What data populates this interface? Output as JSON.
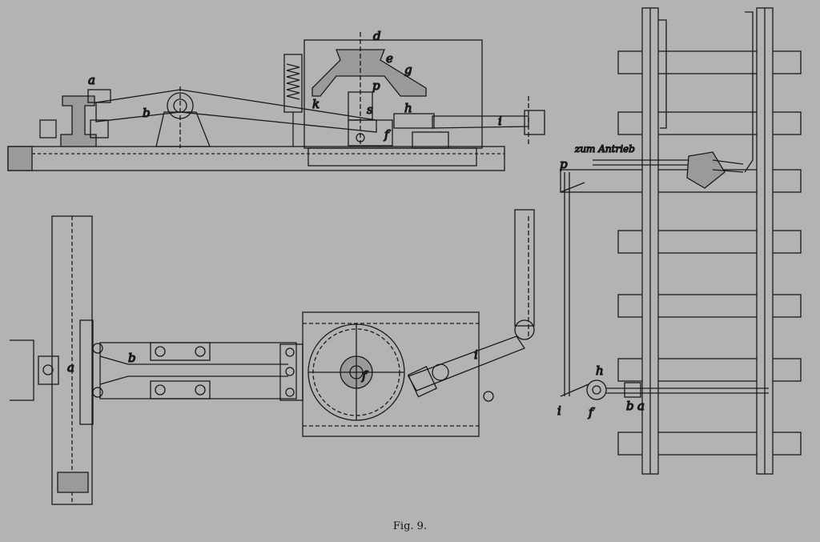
{
  "caption": "Fig. 9.",
  "labels": {
    "a": "a",
    "b": "b",
    "d": "d",
    "e": "e",
    "g": "g",
    "k": "k",
    "p": "p",
    "s": "s",
    "h": "h",
    "f": "f",
    "i": "i",
    "b1": "b",
    "a1": "a",
    "f1": "f",
    "i1": "i",
    "drive": "zum Antrieb",
    "p2": "p",
    "i2": "i",
    "h2": "h",
    "f2": "f",
    "b2": "b",
    "a2": "a"
  },
  "colors": {
    "paper": "#b3b3b3",
    "ink": "#1a1a1a",
    "fill": "#9a9a9a"
  }
}
